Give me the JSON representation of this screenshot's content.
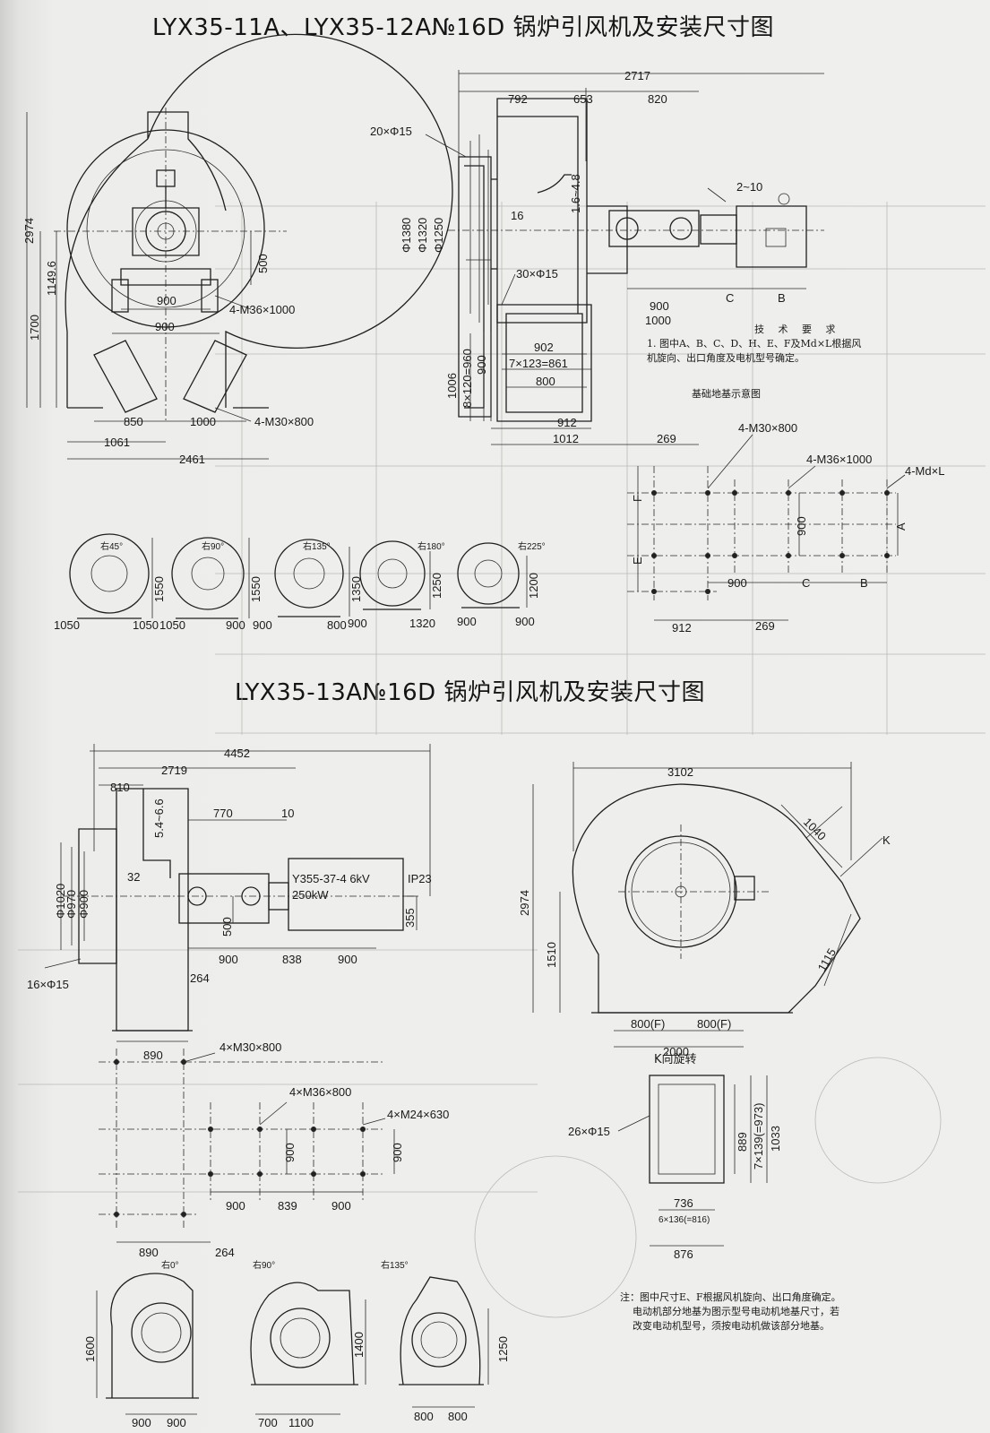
{
  "titles": {
    "top": "LYX35-11A、LYX35-12A№16D 锅炉引风机及安装尺寸图",
    "bottom": "LYX35-13A№16D 锅炉引风机及安装尺寸图"
  },
  "top_left_view": {
    "height_2974": "2974",
    "d1149": "1149.6",
    "d1700": "1700",
    "d500": "500",
    "d900a": "900",
    "bolt_m36": "4-M36×1000",
    "d900b": "900",
    "d850": "850",
    "d1000": "1000",
    "bolt_m30": "4-M30×800",
    "d1061": "1061",
    "d2461": "2461"
  },
  "top_right_view": {
    "d2717": "2717",
    "d792": "792",
    "d653": "653",
    "d820": "820",
    "holes20": "20×Φ15",
    "dia1380": "Φ1380",
    "dia1320": "Φ1320",
    "dia1250": "Φ1250",
    "d16": "16",
    "d16_48": "1.6~4.8",
    "d2_10": "2~10",
    "holes30": "30×Φ15",
    "d900": "900",
    "d1000": "1000",
    "c": "C",
    "b": "B",
    "d1006": "1006",
    "d8x120": "8×120=960",
    "d900v": "900",
    "d902": "902",
    "d7x123": "7×123=861",
    "d800": "800",
    "d912": "912",
    "d1012": "1012",
    "d269": "269"
  },
  "requirements": {
    "title": "技 术 要 求",
    "line1": "1. 图中A、B、C、D、H、E、F及Md×L根据风",
    "line2": "机旋向、出口角度及电机型号确定。"
  },
  "foundation": {
    "title": "基础地基示意图",
    "m30": "4-M30×800",
    "m36": "4-M36×1000",
    "mdl": "4-Md×L",
    "e": "E",
    "f": "F",
    "d900": "900",
    "a": "A",
    "d900h": "900",
    "c": "C",
    "b": "B",
    "d912": "912",
    "d269": "269"
  },
  "rotation_small": {
    "labels": [
      "右45°",
      "右90°",
      "右135°",
      "右180°",
      "右225°"
    ],
    "heights": [
      "1550",
      "1550",
      "1350",
      "1250",
      "1200"
    ],
    "widths": [
      "1050",
      "1050",
      "1050",
      "900",
      "900",
      "800",
      "900",
      "1320",
      "900",
      "900"
    ]
  },
  "bottom_left_view": {
    "d4452": "4452",
    "d2719": "2719",
    "d810": "810",
    "d5466": "5.4~6.6",
    "d770": "770",
    "d10": "10",
    "d32": "32",
    "phi1020": "Φ1020",
    "phi970": "Φ970",
    "phi900": "Φ900",
    "motor1": "Y355-37-4 6kV",
    "motor2": "250kW",
    "ip": "IP23",
    "d500": "500",
    "d355": "355",
    "d900a": "900",
    "d838": "838",
    "d900b": "900",
    "holes16": "16×Φ15",
    "d264": "264",
    "d890": "890"
  },
  "bottom_foundation": {
    "m30": "4×M30×800",
    "m36": "4×M36×800",
    "m24": "4×M24×630",
    "d900v1": "900",
    "d900v2": "900",
    "d900a": "900",
    "d839": "839",
    "d900b": "900",
    "d890": "890",
    "d264": "264"
  },
  "bottom_right_view": {
    "d3102": "3102",
    "d1040": "1040",
    "k": "K",
    "d2974": "2974",
    "d1510": "1510",
    "d1115": "1115",
    "d800f1": "800(F)",
    "d800f2": "800(F)",
    "d2000": "2000"
  },
  "k_view": {
    "title": "K向旋转",
    "holes26": "26×Φ15",
    "d889": "889",
    "d7x139": "7×139(=973)",
    "d1033": "1033",
    "d736": "736",
    "d6x136": "6×136(=816)",
    "d876": "876"
  },
  "rotation_bottom": {
    "labels": [
      "右0°",
      "右90°",
      "右135°"
    ],
    "heights": [
      "1600",
      "1400",
      "1250"
    ],
    "widths": [
      "900",
      "900",
      "700",
      "1100",
      "800",
      "800"
    ]
  },
  "note": {
    "line1": "注：图中尺寸E、F根据风机旋向、出口角度确定。",
    "line2": "    电动机部分地基为图示型号电动机地基尺寸，若",
    "line3": "    改变电动机型号，须按电动机做该部分地基。"
  }
}
